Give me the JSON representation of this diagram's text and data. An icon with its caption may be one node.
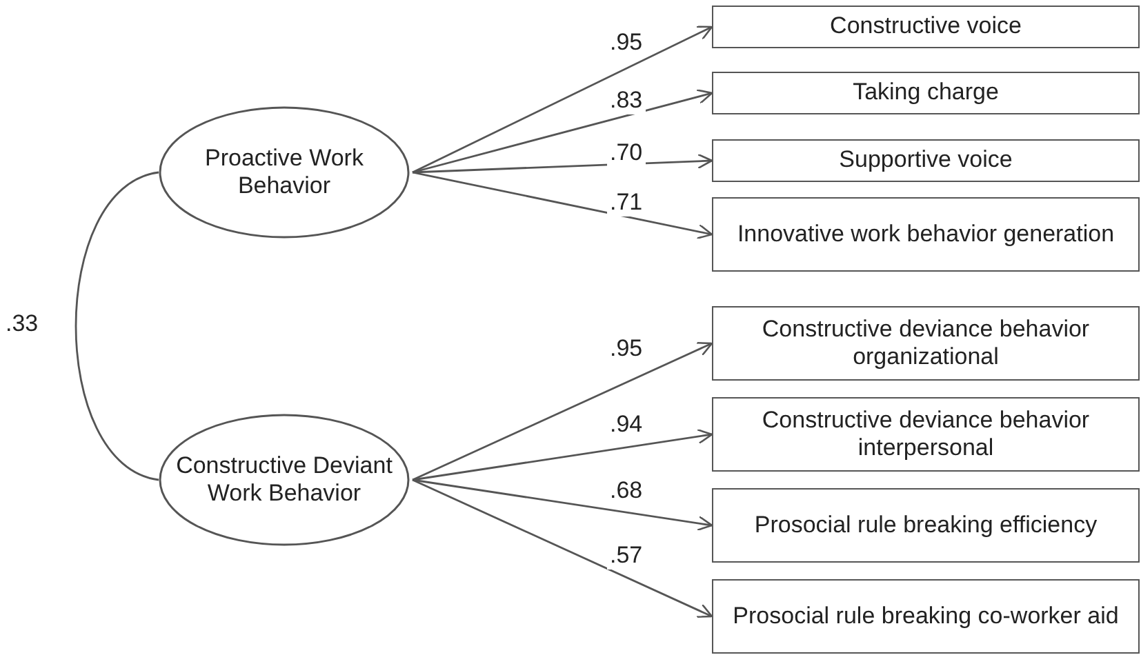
{
  "diagram": {
    "nodes": [
      {
        "text": [
          "Proactive Work Behavior"
        ]
      },
      {
        "text": [
          "Constructive Deviant Work Behavior"
        ]
      },
      {
        "text": [
          "Constructive voice"
        ]
      },
      {
        "text": [
          "Taking charge"
        ]
      },
      {
        "text": [
          "Supportive voice"
        ]
      },
      {
        "text": [
          "Innovative work behavior generation"
        ]
      },
      {
        "text": [
          "Constructive deviance behavior organizational"
        ]
      },
      {
        "text": [
          "Constructive deviance behavior interpersonal"
        ]
      },
      {
        "text": [
          "Prosocial rule breaking efficiency"
        ]
      },
      {
        "text": [
          "Prosocial rule breaking co-worker aid"
        ]
      }
    ],
    "edges": [
      {
        "from": 0,
        "to": 2,
        "arrow": "to",
        "label": ".95"
      },
      {
        "from": 0,
        "to": 3,
        "arrow": "to",
        "label": ".83"
      },
      {
        "from": 0,
        "to": 4,
        "arrow": "to",
        "label": ".70"
      },
      {
        "from": 0,
        "to": 5,
        "arrow": "to",
        "label": ".71"
      },
      {
        "from": 1,
        "to": 6,
        "arrow": "to",
        "label": ".95"
      },
      {
        "from": 1,
        "to": 7,
        "arrow": "to",
        "label": ".94"
      },
      {
        "from": 1,
        "to": 8,
        "arrow": "to",
        "label": ".68"
      },
      {
        "from": 1,
        "to": 9,
        "arrow": "to",
        "label": ".57"
      },
      {
        "from": 0,
        "to": 1,
        "arrow": "none",
        "label": ".33"
      }
    ]
  }
}
